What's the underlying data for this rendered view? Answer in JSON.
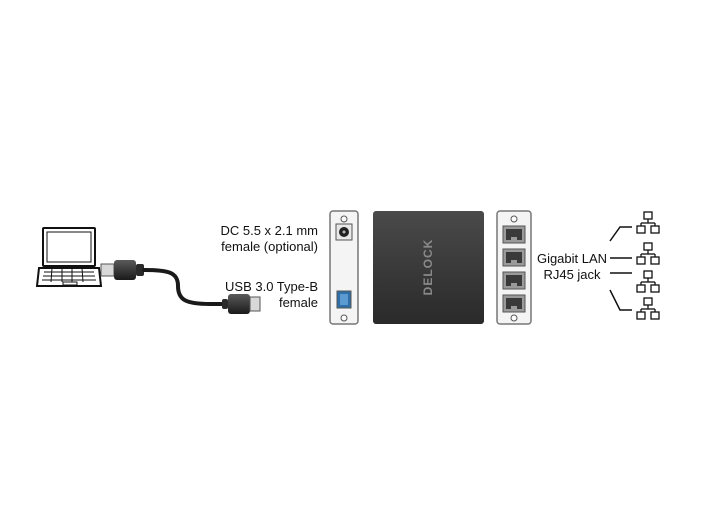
{
  "labels": {
    "dc_line1": "DC 5.5 x 2.1 mm",
    "dc_line2": "female (optional)",
    "usb_line1": "USB 3.0 Type-B",
    "usb_line2": "female",
    "lan_line1": "Gigabit LAN",
    "lan_line2": "RJ45 jack",
    "brand": "DELOCK"
  },
  "icons": [
    "laptop-icon",
    "usb-a-plug",
    "usb-b-plug",
    "network-topology-icon"
  ],
  "colors": {
    "device_body": "#3a3a3b",
    "panel": "#f4f4f4",
    "usb_port": "#2f6fa8",
    "line": "#111111"
  }
}
